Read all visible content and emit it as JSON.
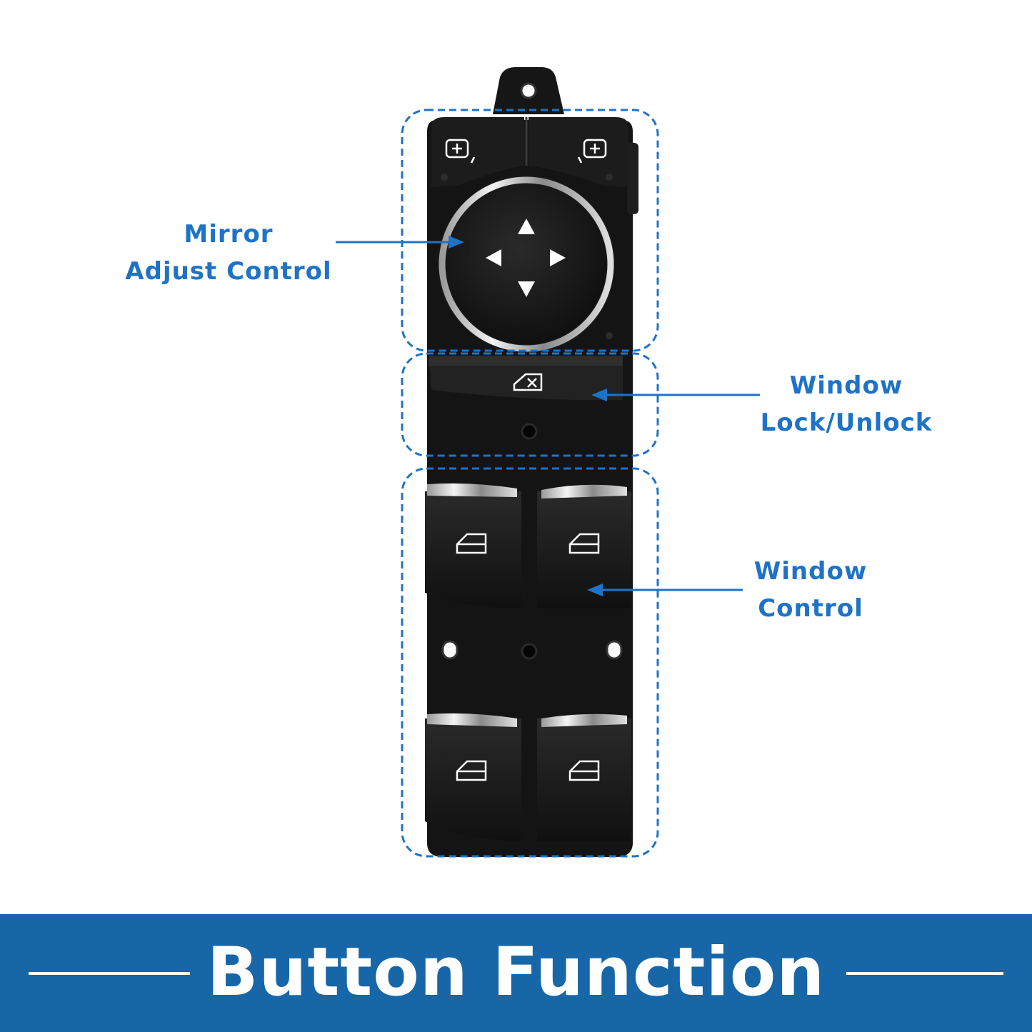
{
  "callouts": {
    "mirror": {
      "line1": "Mirror",
      "line2": "Adjust Control"
    },
    "lock": {
      "line1": "Window",
      "line2": "Lock/Unlock"
    },
    "window": {
      "line1": "Window",
      "line2": "Control"
    }
  },
  "banner": {
    "title": "Button Function"
  },
  "colors": {
    "accent": "#1e73c8",
    "banner": "#1766a8",
    "switch_body": "#141414",
    "chrome": "#c8c8c8"
  },
  "icons": [
    "mirror-left-select-icon",
    "mirror-right-select-icon",
    "arrow-up-icon",
    "arrow-down-icon",
    "arrow-left-icon",
    "arrow-right-icon",
    "window-lock-icon",
    "window-icon"
  ]
}
